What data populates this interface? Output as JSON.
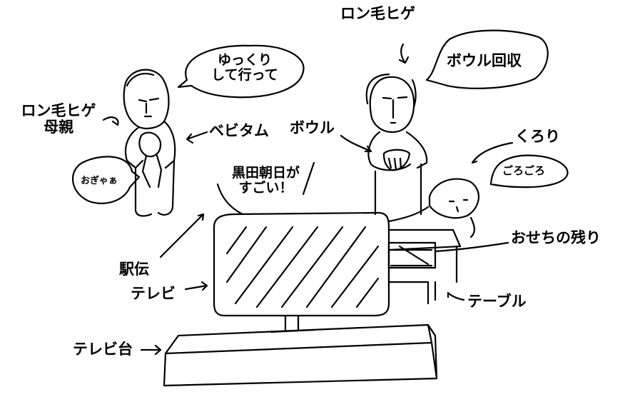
{
  "labels": {
    "ronge_top": "ロン毛ヒゲ",
    "bowl_collect": "ボウル回収",
    "yukkuri_line1": "ゆっくり",
    "yukkuri_line2": "して行って",
    "ronge_mother_line1": "ロン毛ヒゲ",
    "ronge_mother_line2": "母親",
    "bebitamu": "ベビタム",
    "bowl": "ボウル",
    "kurori": "くろり",
    "gorogoro": "ごろごろ",
    "kuroda_line1": "黒田朝日が",
    "kuroda_line2": "すごい！",
    "ogyaa": "おぎゃぁ",
    "osechi": "おせちの残り",
    "ekiden": "駅伝",
    "tv": "テレビ",
    "table": "テーブル",
    "tv_stand": "テレビ台"
  }
}
